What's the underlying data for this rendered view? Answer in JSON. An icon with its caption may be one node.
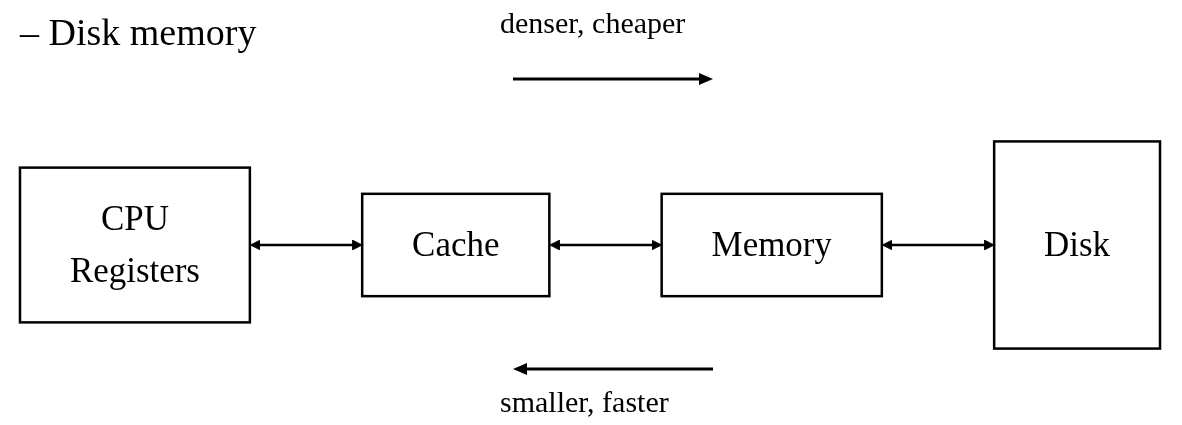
{
  "diagram": {
    "nodes": [
      {
        "text": [
          "CPU",
          "Registers"
        ]
      },
      {
        "text": [
          "Cache"
        ]
      },
      {
        "text": [
          "Memory"
        ]
      },
      {
        "text": [
          "Disk"
        ]
      }
    ],
    "edges": [
      {
        "from": 0,
        "to": 1,
        "arrow": "both"
      },
      {
        "from": 1,
        "to": 2,
        "arrow": "both"
      },
      {
        "from": 2,
        "to": 3,
        "arrow": "both"
      }
    ],
    "labels": [
      "– Disk memory",
      "denser, cheaper",
      "smaller, faster"
    ]
  }
}
